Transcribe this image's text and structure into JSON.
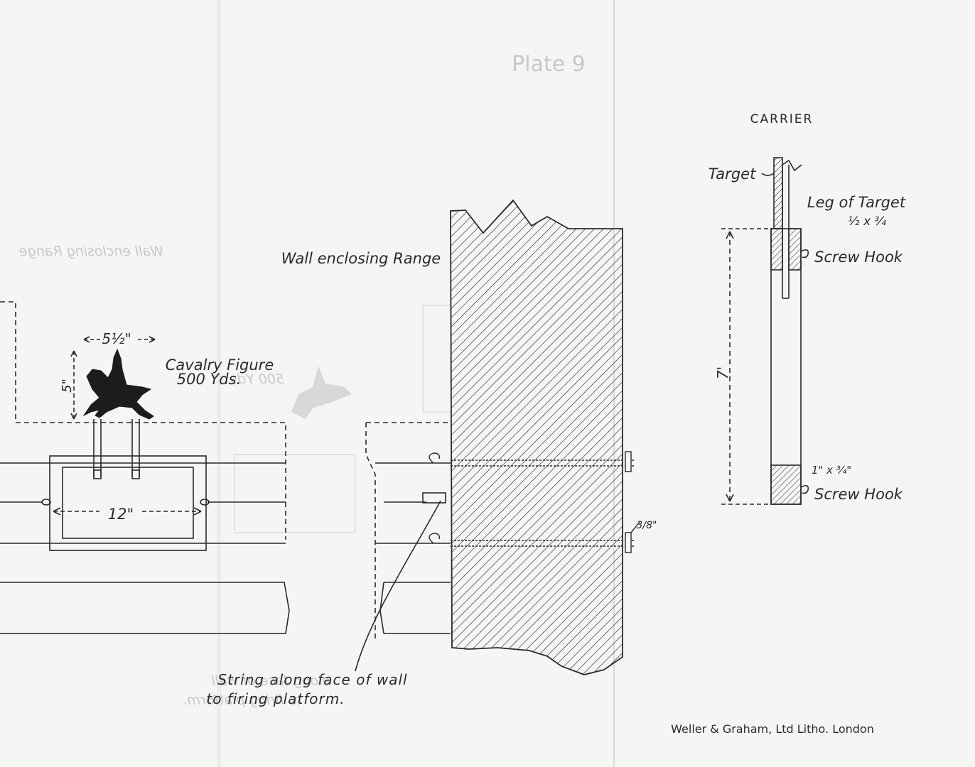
{
  "plate": {
    "title": "Plate 9",
    "printer": "Weller & Graham, Ltd Litho. London"
  },
  "labels": {
    "carrier": "CARRIER",
    "target": "Target",
    "leg_of_target": "Leg of Target",
    "leg_dims": "½ x ¾",
    "screw_hook_top": "Screw Hook",
    "screw_hook_bottom": "Screw Hook",
    "carrier_height": "7'",
    "carrier_block": "1\" x ¾\"",
    "wall": "Wall enclosing Range",
    "cavalry_line1": "Cavalry Figure",
    "cavalry_line2": "500 Yds.",
    "figure_width": "5½\"",
    "figure_height": "5\"",
    "frame_width": "12\"",
    "bolt_size": "3/8\"",
    "string_line1": "String along face of wall",
    "string_line2": "to firing platform."
  },
  "ghost_labels": {
    "wall_mirror": "Wall enclosing Range",
    "cavalry_mirror": "500 Yds.",
    "string_mirror_line1": "along face of wall",
    "string_mirror_line2": "to firing platform."
  },
  "colors": {
    "paper": "#f5f5f3",
    "ink": "#2a2a2a",
    "bleed": "#c8c8c8"
  }
}
